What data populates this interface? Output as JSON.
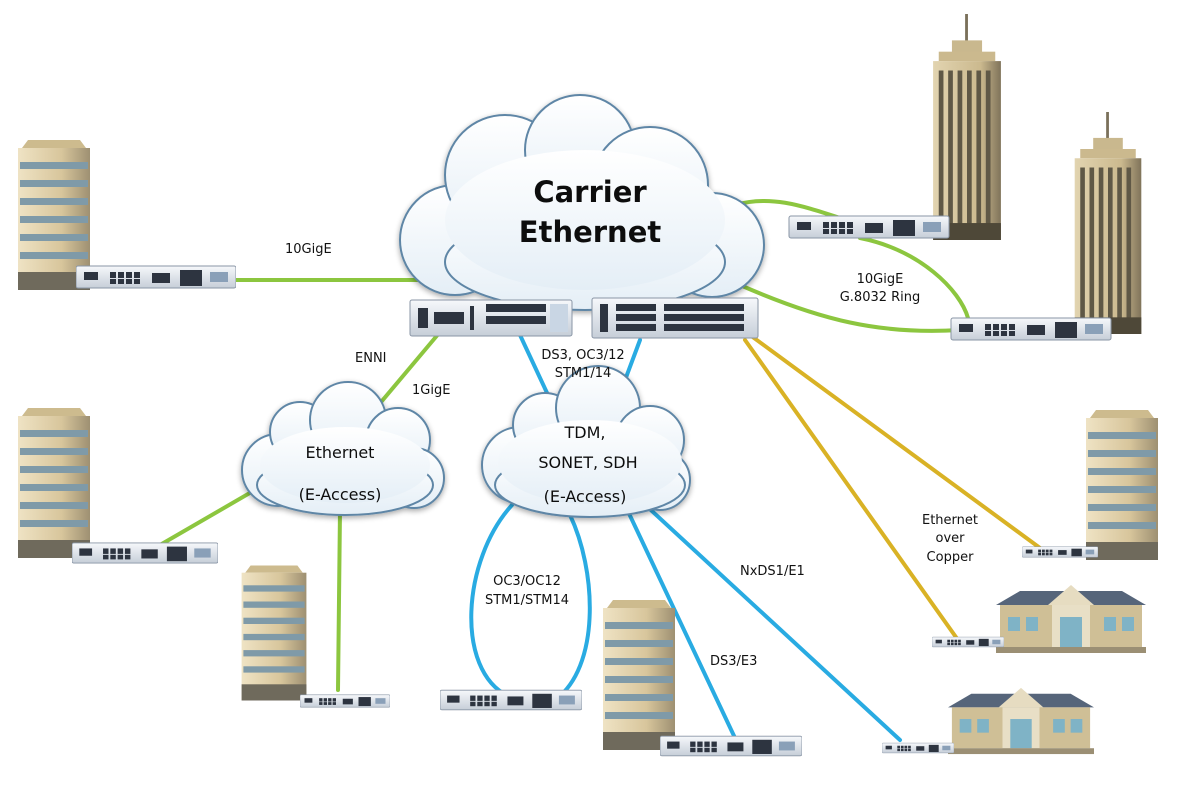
{
  "colors": {
    "ethernet_link": "#8cc63f",
    "tdm_link": "#29abe2",
    "copper_link": "#d9b225",
    "cloud_edge": "#5e86a6",
    "device_body": "#e6ebf1"
  },
  "clouds": {
    "core": {
      "line1": "Carrier",
      "line2": "Ethernet"
    },
    "ethernet": {
      "line1": "Ethernet",
      "line2": "(E-Access)"
    },
    "tdm": {
      "line1": "TDM,",
      "line2": "SONET, SDH",
      "line3": "(E-Access)"
    }
  },
  "link_labels": {
    "tengig_left": "10GigE",
    "ring_line1": "10GigE",
    "ring_line2": "G.8032 Ring",
    "enni": "ENNI",
    "onegig": "1GigE",
    "ds3oc_line1": "DS3, OC3/12",
    "ds3oc_line2": "STM1/14",
    "oc_ring_line1": "OC3/OC12",
    "oc_ring_line2": "STM1/STM14",
    "nxds1": "NxDS1/E1",
    "ds3e3": "DS3/E3",
    "copper_line1": "Ethernet",
    "copper_line2": "over",
    "copper_line3": "Copper"
  },
  "icons": [
    "office-tower",
    "skyscraper",
    "house",
    "network-switch",
    "cloud"
  ]
}
